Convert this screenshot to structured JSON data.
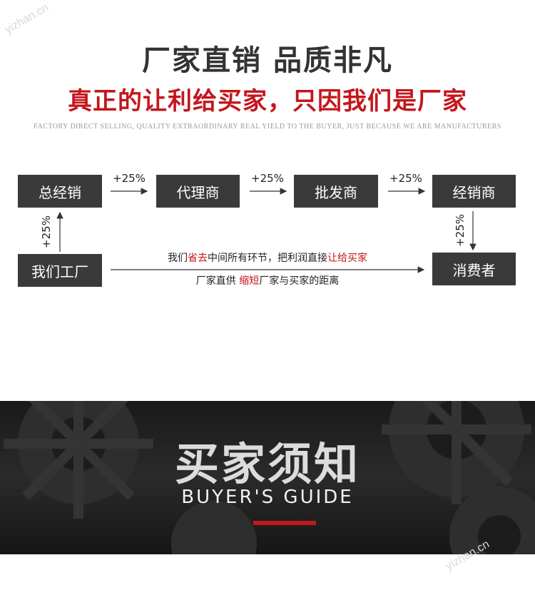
{
  "headline": {
    "title": "厂家直销  品质非凡",
    "slogan": "真正的让利给买家，只因我们是厂家",
    "subtitle": "FACTORY DIRECT SELLING, QUALITY EXTRAORDINARY REAL YIELD TO THE BUYER, JUST BECAUSE WE ARE MANUFACTURERS"
  },
  "flow": {
    "nodes": {
      "general_distributor": "总经销",
      "agent": "代理商",
      "wholesaler": "批发商",
      "dealer": "经销商",
      "factory": "我们工厂",
      "consumer": "消费者"
    },
    "markups": [
      "+25%",
      "+25%",
      "+25%",
      "+25%",
      "+25%"
    ],
    "direct_line_top": {
      "p1": "我们",
      "p2": "省去",
      "p3": "中间所有环节，把利润直接",
      "p4": "让给买家"
    },
    "direct_line_bottom": {
      "p1": "厂家直供 ",
      "p2": "缩短",
      "p3": "厂家与买家的距离"
    }
  },
  "guide_banner": {
    "title": "买家须知",
    "subtitle": "BUYER'S GUIDE"
  },
  "watermark": "yizhan.cn",
  "colors": {
    "accent_red": "#c4161c",
    "box_dark": "#3a3a3a",
    "banner_dark": "#1f1f1f"
  }
}
